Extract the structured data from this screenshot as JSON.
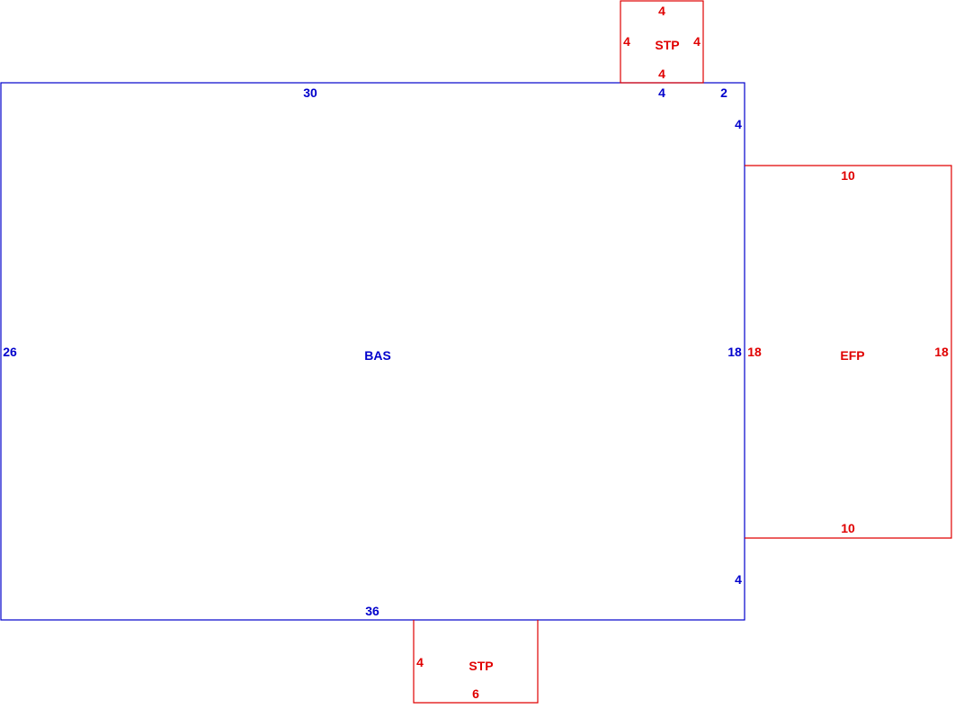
{
  "colors": {
    "main_area": "#0000cc",
    "sub_area": "#e00000",
    "background": "#ffffff"
  },
  "areas": {
    "bas": {
      "label": "BAS",
      "dims": {
        "top_left": "30",
        "top_mid": "4",
        "top_right": "2",
        "right_upper": "4",
        "right_mid": "18",
        "right_lower": "4",
        "bottom": "36",
        "left": "26"
      }
    },
    "stp_top": {
      "label": "STP",
      "dims": {
        "top": "4",
        "left": "4",
        "right": "4",
        "bottom": "4"
      }
    },
    "efp": {
      "label": "EFP",
      "dims": {
        "top": "10",
        "left": "18",
        "right": "18",
        "bottom": "10"
      }
    },
    "stp_bottom": {
      "label": "STP",
      "dims": {
        "left": "4",
        "bottom": "6"
      }
    }
  }
}
